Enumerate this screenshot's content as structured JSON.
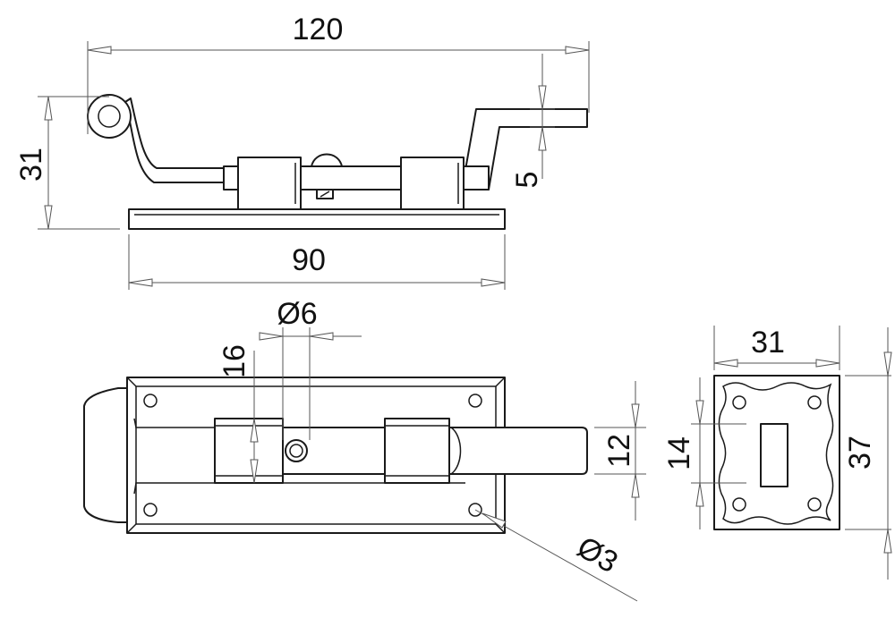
{
  "colors": {
    "ink": "#1a1a1a",
    "dimension": "#555555",
    "background": "#ffffff"
  },
  "dimensions": {
    "overall_length": "120",
    "overall_height": "31",
    "bolt_offset": "5",
    "plate_length": "90",
    "bolt_diameter": "Ø6",
    "keeper_height": "16",
    "bolt_width": "12",
    "hole_diameter": "Ø3",
    "keeper_width": "31",
    "keeper_slot": "14",
    "keeper_height_total": "37"
  }
}
